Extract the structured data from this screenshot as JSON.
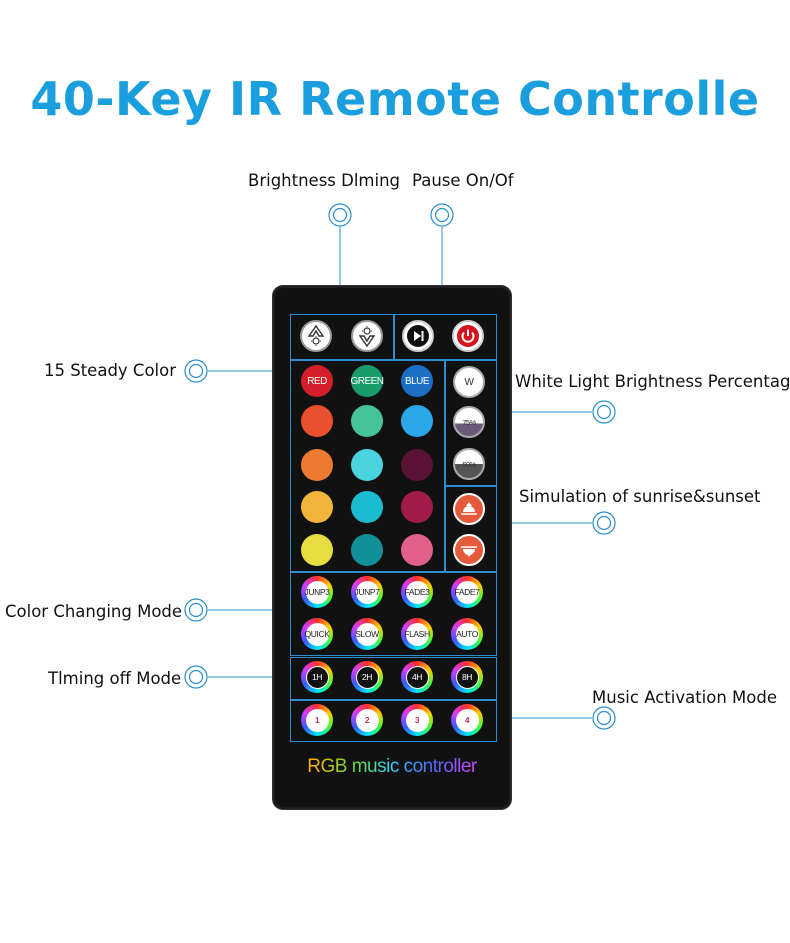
{
  "title": "40-Key IR Remote Controlle",
  "labels": {
    "brightness": "Brightness Dlming",
    "pause": "Pause On/Of",
    "steady": "15 Steady Color",
    "white": "White Light Brightness Percentage",
    "sunrise": "Simulation of sunrise&sunset",
    "changing": "Color Changing Mode",
    "timing": "Tlming off Mode",
    "music": "Music Activation Mode"
  },
  "brand": "RGB music controller",
  "colors": {
    "accent": "#1a9ede",
    "line": "#2a8fd0",
    "grid": [
      "#d41f2a",
      "#1a9b6a",
      "#1c6fc4",
      "#e8502e",
      "#45c49a",
      "#2aa7e8",
      "#ec7a30",
      "#4ad4e0",
      "#5a1235",
      "#f2b43a",
      "#1cbcd0",
      "#a01a4a",
      "#e6dd40",
      "#12909a",
      "#e0608a"
    ]
  },
  "buttons": {
    "color_labels": [
      "RED",
      "GREEN",
      "BLUE"
    ],
    "white_pct": [
      "W",
      "75%",
      "50%"
    ],
    "modes": [
      "JUNP3",
      "JUNP7",
      "FADE3",
      "FADE7",
      "QUICK",
      "SLOW",
      "FLASH",
      "AUTO"
    ],
    "timers": [
      "1H",
      "2H",
      "4H",
      "8H"
    ],
    "music": [
      "1",
      "2",
      "3",
      "4"
    ]
  }
}
